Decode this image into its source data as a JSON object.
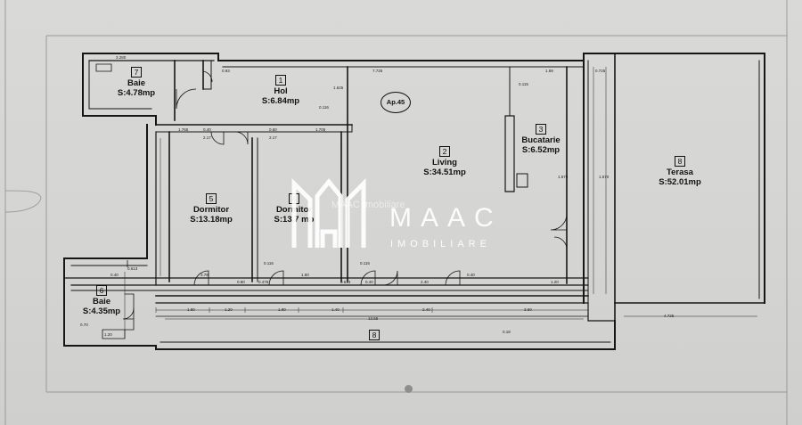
{
  "apartment_tag": "Ap.45",
  "rooms": [
    {
      "id": "hol",
      "number": "1",
      "name": "Hol",
      "area": "S:6.84mp"
    },
    {
      "id": "living",
      "number": "2",
      "name": "Living",
      "area": "S:34.51mp"
    },
    {
      "id": "bucatarie",
      "number": "3",
      "name": "Bucatarie",
      "area": "S:6.52mp"
    },
    {
      "id": "dormitor4",
      "number": "4",
      "name": "Dormitor",
      "area": "S:13.7 mp"
    },
    {
      "id": "dormitor5",
      "number": "5",
      "name": "Dormitor",
      "area": "S:13.18mp"
    },
    {
      "id": "baie6",
      "number": "6",
      "name": "Baie",
      "area": "S:4.35mp"
    },
    {
      "id": "baie7",
      "number": "7",
      "name": "Baie",
      "area": "S:4.78mp"
    },
    {
      "id": "terasa",
      "number": "8",
      "name": "Terasa",
      "area": "S:52.01mp"
    }
  ],
  "balcony_number": "8",
  "dimensions": {
    "top_baie": "3.280",
    "top_hol": "0.93",
    "top_living": "7.725",
    "top_kitchen": "1.69",
    "top_right": "0.725",
    "hol_left": "1.765",
    "hol_mid_a": "0.40",
    "hol_mid_b": "0.60",
    "hol_right": "1.705",
    "hol_sub_a": "2.17",
    "hol_sub_b": "2.17",
    "living_v": "1.625",
    "kitchen_small": "0.115",
    "d116": "0.116",
    "bottom_a": "0.40",
    "bottom_b": "3.78",
    "bottom_c": "0.80",
    "bottom_d": "0.476",
    "bottom_e": "1.60",
    "bottom_f": "0.613",
    "bottom_g": "0.40",
    "bottom_h": "2.40",
    "bottom_i": "0.40",
    "bottom_j": "1.20",
    "bal_a": "1.80",
    "bal_b": "1.20",
    "bal_c": "1.80",
    "bal_d": "1.40",
    "bal_e": "2.40",
    "bal_f": "3.60",
    "bal_total": "13.55",
    "bal_g": "0.18",
    "terasa_w": "4.725",
    "kitchen_v": "1.570",
    "terasa_v": "1.570",
    "baie6_a": "0.70",
    "baie6_b": "1.20",
    "d115": "0.115",
    "d613": "0.613"
  },
  "watermark": {
    "brand": "MAAC",
    "sub": "IMOBILIARE",
    "faint": "MAAC Imobiliare"
  }
}
